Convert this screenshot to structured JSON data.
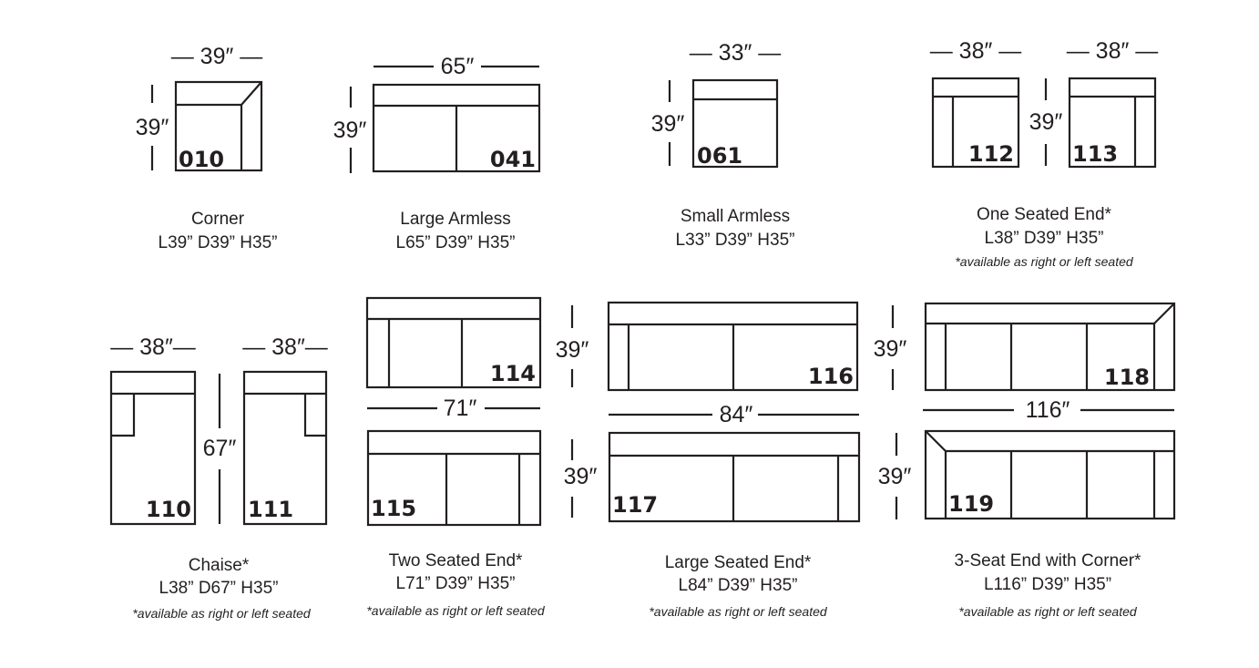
{
  "modules": [
    {
      "code": "010",
      "name": "Corner",
      "size": "L39”  D39”  H35”",
      "width": "— 39″ —",
      "depth": "39″"
    },
    {
      "code": "041",
      "name": "Large Armless",
      "size": "L65”  D39”  H35”",
      "width": "65″",
      "depth": "39″"
    },
    {
      "code": "061",
      "name": "Small Armless",
      "size": "L33”  D39”  H35”",
      "width": "— 33″ —",
      "depth": "39″"
    },
    {
      "codes": [
        "112",
        "113"
      ],
      "name": "One Seated End*",
      "size": "L38”  D39”  H35”",
      "note": "*available as right or left seated",
      "width": "— 38″ —",
      "depth": "39″"
    },
    {
      "codes": [
        "110",
        "111"
      ],
      "name": "Chaise*",
      "size": "L38”  D67”  H35”",
      "note": "*available as right or left seated",
      "width": "— 38″—",
      "depth": "67″"
    },
    {
      "codes": [
        "114",
        "115"
      ],
      "name": "Two Seated End*",
      "size": "L71”  D39”  H35”",
      "note": "*available as right or left seated",
      "width": "71″",
      "depth": "39″"
    },
    {
      "codes": [
        "116",
        "117"
      ],
      "name": "Large Seated End*",
      "size": "L84”  D39”  H35”",
      "note": "*available as right or left seated",
      "width": "84″",
      "depth": "39″"
    },
    {
      "codes": [
        "118",
        "119"
      ],
      "name": "3-Seat End with Corner*",
      "size": "L116”  D39”  H35”",
      "note": "*available as right or left seated",
      "width": "116″",
      "depth": "39″"
    }
  ]
}
